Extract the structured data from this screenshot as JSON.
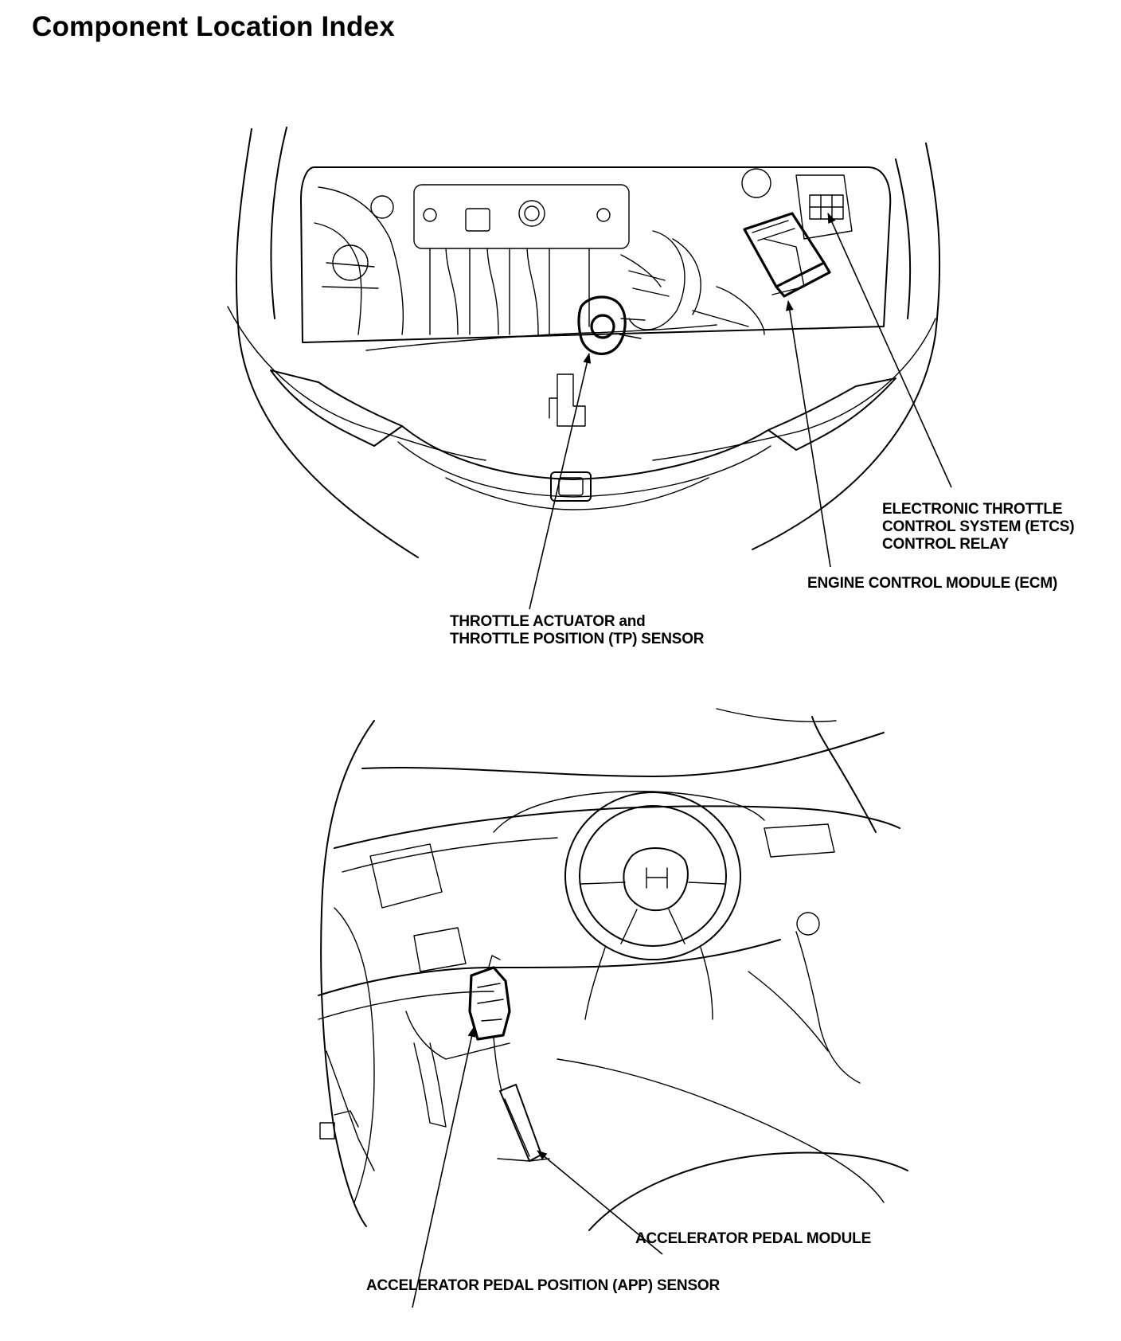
{
  "title": "Component Location Index",
  "engine_bay": {
    "labels": {
      "etcs_relay": [
        "ELECTRONIC THROTTLE",
        "CONTROL SYSTEM (ETCS)",
        "CONTROL RELAY"
      ],
      "ecm": [
        "ENGINE CONTROL MODULE (ECM)"
      ],
      "throttle": [
        "THROTTLE ACTUATOR and",
        "THROTTLE POSITION (TP) SENSOR"
      ]
    }
  },
  "interior": {
    "labels": {
      "pedal_module": [
        "ACCELERATOR PEDAL MODULE"
      ],
      "app_sensor": [
        "ACCELERATOR PEDAL POSITION (APP) SENSOR"
      ]
    }
  },
  "colors": {
    "line": "#000000",
    "background": "#ffffff"
  }
}
